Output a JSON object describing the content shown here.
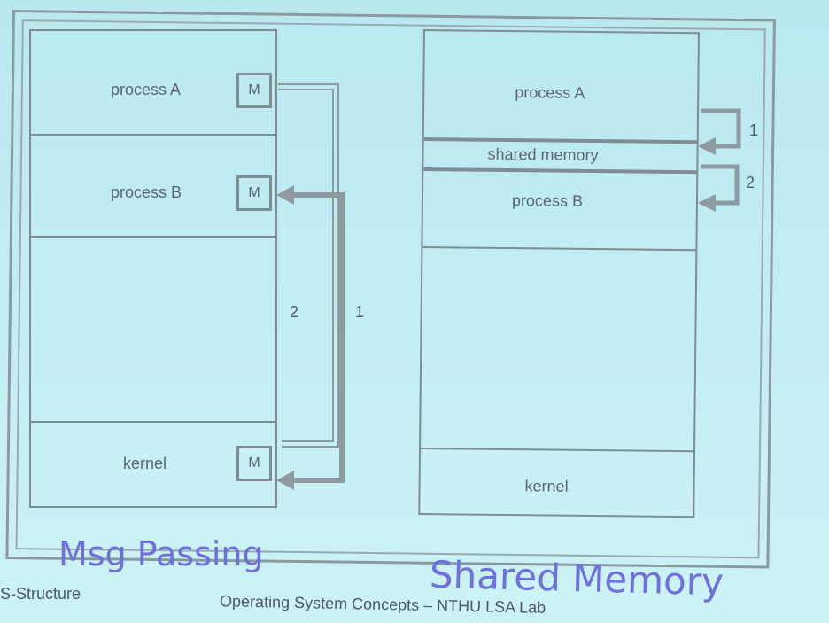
{
  "msg_passing": {
    "process_a": "process A",
    "process_b": "process B",
    "kernel": "kernel",
    "m_a": "M",
    "m_b": "M",
    "m_k": "M",
    "step_2": "2",
    "step_1": "1"
  },
  "shared_memory": {
    "process_a": "process A",
    "shared": "shared memory",
    "process_b": "process B",
    "kernel": "kernel",
    "step_1": "1",
    "step_2": "2"
  },
  "captions": {
    "msg_passing": "Msg Passing",
    "shared_memory": "Shared Memory"
  },
  "footer": {
    "left": "S-Structure",
    "center": "Operating System Concepts – NTHU LSA Lab"
  },
  "colors": {
    "background": "#bfeaf0",
    "lines": "#7f8c91",
    "caption": "#6f6fe0"
  }
}
